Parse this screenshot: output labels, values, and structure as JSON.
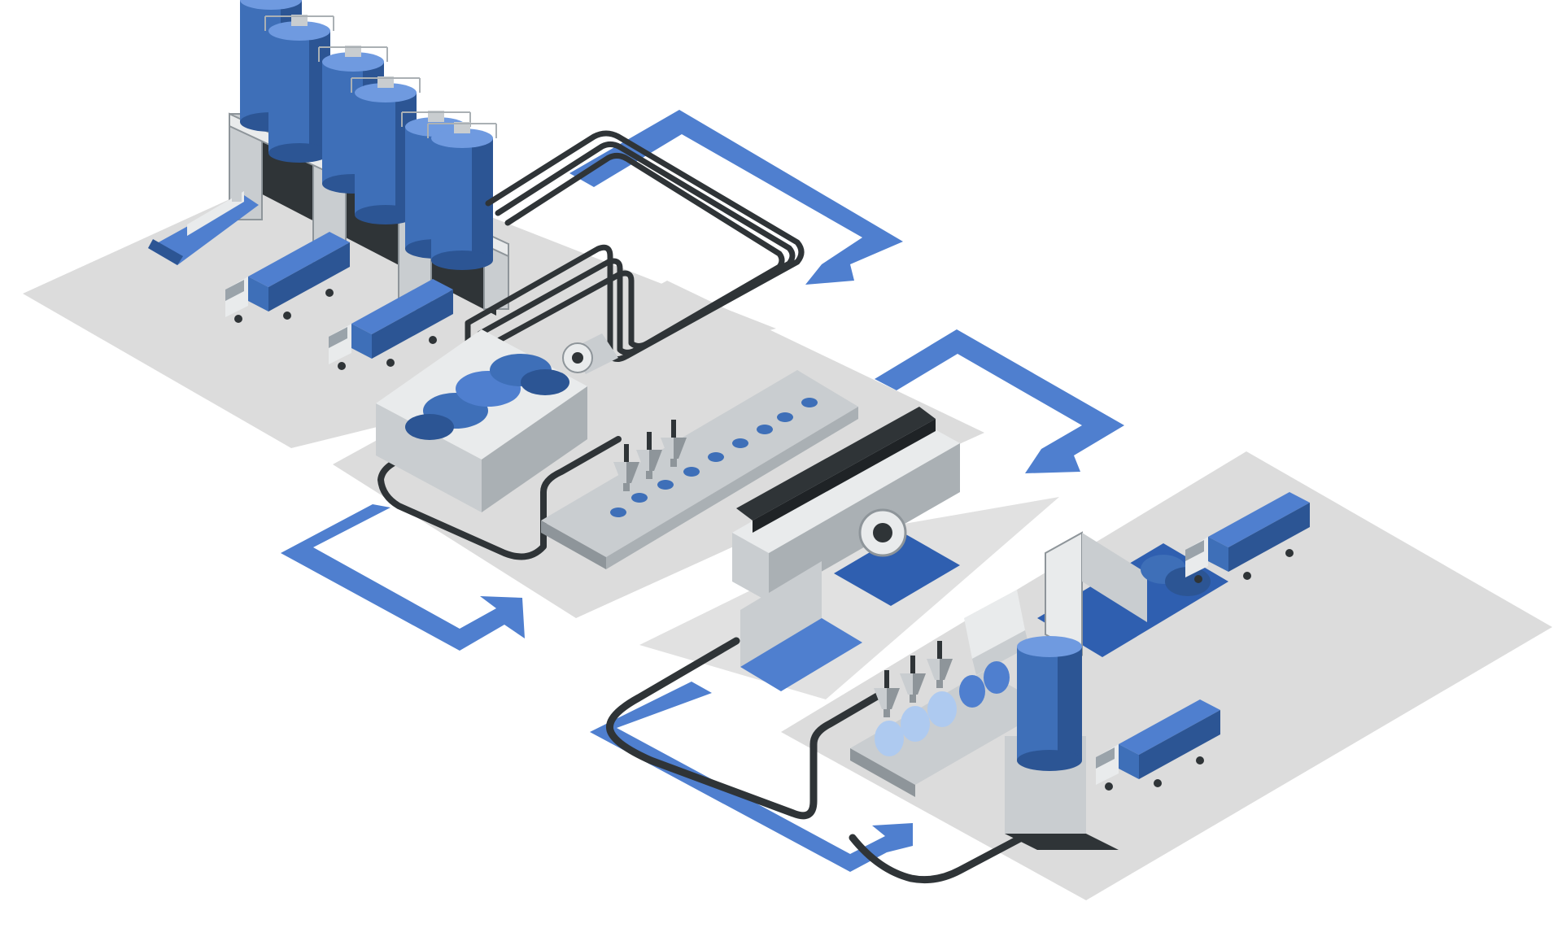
{
  "diagram": {
    "colors": {
      "background": "#ffffff",
      "floor": "#dcdcdc",
      "floor_shadow": "#bdbdbd",
      "accent_blue": "#4f7fcf",
      "tank_blue": "#3e6fb8",
      "tank_blue_dark": "#2c5594",
      "tank_blue_light": "#6f9ae0",
      "pipe_dark": "#2f3437",
      "structure_light": "#e9ebec",
      "structure_mid": "#c9cdd0",
      "structure_dark": "#8e959a",
      "pale_blue": "#aecaf0"
    },
    "stages": [
      {
        "id": "raw-material-intake",
        "components": [
          "silo",
          "silo",
          "silo",
          "silo",
          "silo",
          "silo",
          "cargo-ship",
          "truck",
          "truck"
        ]
      },
      {
        "id": "mixing",
        "components": [
          "mixing-vat",
          "electric-motor",
          "pipe-bundle"
        ]
      },
      {
        "id": "dosing",
        "components": [
          "hopper",
          "hopper",
          "hopper",
          "conveyor"
        ]
      },
      {
        "id": "extrusion",
        "components": [
          "extruder",
          "motor",
          "gearbox"
        ]
      },
      {
        "id": "filling",
        "components": [
          "hopper",
          "hopper",
          "hopper",
          "conveyor",
          "bottle",
          "bottle",
          "bottle"
        ]
      },
      {
        "id": "packaging-shipping",
        "components": [
          "wrapping-station",
          "storage-silo",
          "truck",
          "truck"
        ]
      }
    ],
    "flow_arrows": 5
  }
}
